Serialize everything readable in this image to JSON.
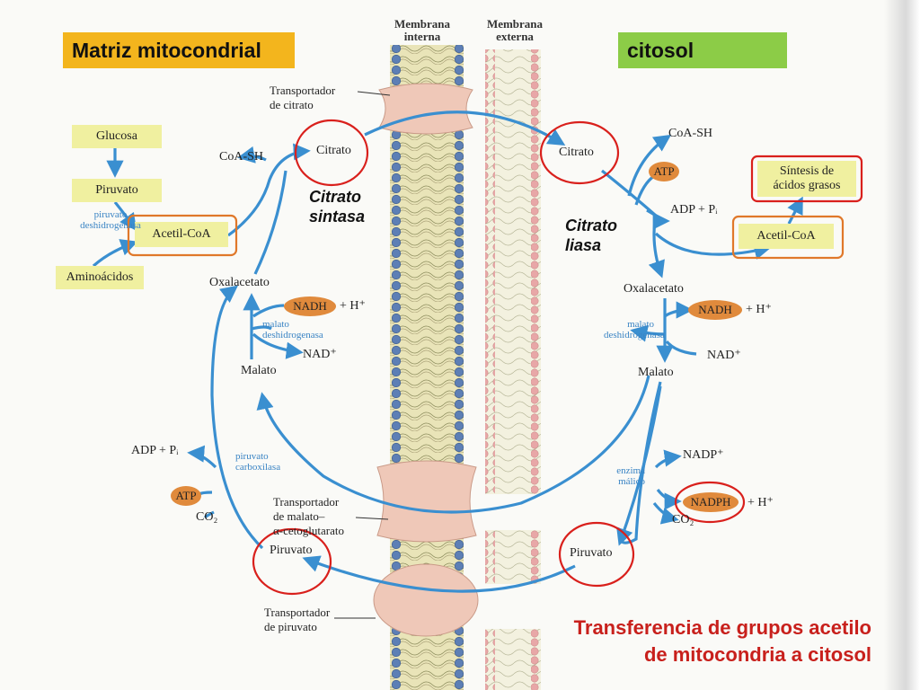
{
  "headers": {
    "matriz": "Matriz mitocondrial",
    "citosol": "citosol"
  },
  "membranes": {
    "interna": [
      "Membrana",
      "interna"
    ],
    "externa": [
      "Membrana",
      "externa"
    ]
  },
  "left": {
    "glucosa": "Glucosa",
    "piruvato_box": "Piruvato",
    "piruvato_deshidrogenasa": [
      "piruvato",
      "deshidrogenasa"
    ],
    "acetil_coa": "Acetil-CoA",
    "aminoacidos": "Aminoácidos",
    "coa_sh": "CoA-SH",
    "citrato": "Citrato",
    "citrato_sintasa": [
      "Citrato",
      "sintasa"
    ],
    "oxalacetato": "Oxalacetato",
    "nadh": "NADH",
    "h_plus": "+ H⁺",
    "malato_deshidrogenasa": [
      "malato",
      "deshidrogenasa"
    ],
    "nad_plus": "NAD⁺",
    "malato": "Malato",
    "adp_pi": "ADP + Pᵢ",
    "piruvato_carboxilasa": [
      "piruvato",
      "carboxilasa"
    ],
    "atp": "ATP",
    "co2": "CO₂",
    "piruvato": "Piruvato"
  },
  "transporters": {
    "citrato": [
      "Transportador",
      "de citrato"
    ],
    "malato": [
      "Transportador",
      "de malato–",
      "α-cetoglutarato"
    ],
    "piruvato": [
      "Transportador",
      "de piruvato"
    ]
  },
  "right": {
    "citrato": "Citrato",
    "coa_sh": "CoA-SH",
    "atp": "ATP",
    "adp_pi": "ADP + Pᵢ",
    "citrato_liasa": [
      "Citrato",
      "liasa"
    ],
    "sintesis": [
      "Síntesis de",
      "ácidos grasos"
    ],
    "acetil_coa": "Acetil-CoA",
    "oxalacetato": "Oxalacetato",
    "nadh": "NADH",
    "h_plus": "+ H⁺",
    "malato_deshidrogenasa": [
      "malato",
      "deshidrogenasa"
    ],
    "nad_plus": "NAD⁺",
    "malato": "Malato",
    "nadp_plus": "NADP⁺",
    "enzima_malico": [
      "enzima",
      "málico"
    ],
    "nadph": "NADPH",
    "h_plus_2": "+ H⁺",
    "co2": "CO₂",
    "piruvato": "Piruvato"
  },
  "title": [
    "Transferencia de grupos acetilo",
    "de mitocondria a citosol"
  ],
  "colors": {
    "arrow": "#3a8fd0",
    "highlight_red": "#d9201c",
    "highlight_orange": "#e0782a",
    "header_orange": "#f3b51d",
    "header_green": "#8ccc47",
    "pill": "#e08a3c",
    "yellow_box": "#f0f0a0",
    "transporter": "#efc8b8"
  }
}
